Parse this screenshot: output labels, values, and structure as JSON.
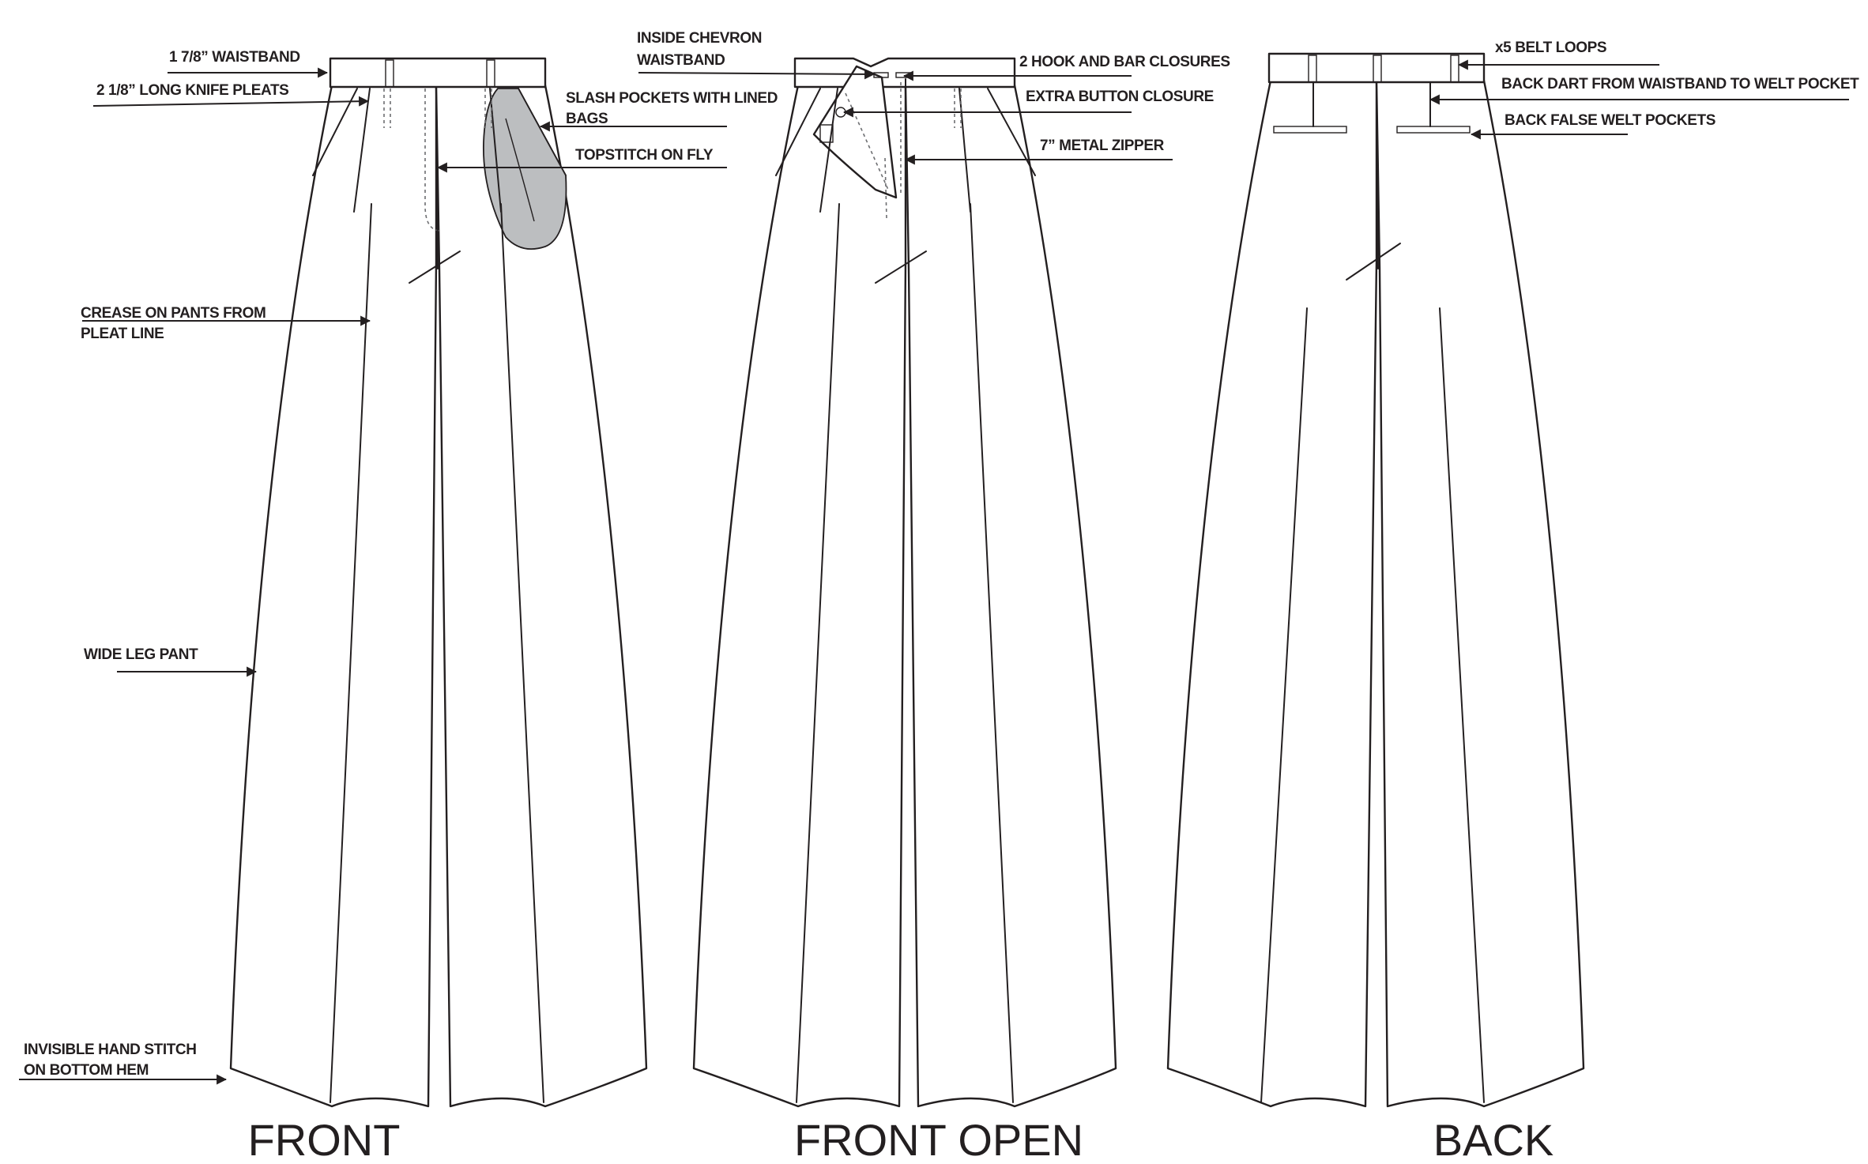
{
  "views": {
    "front": {
      "title": "FRONT",
      "callouts": {
        "waistband": "1 7/8” WAISTBAND",
        "pleats": "2 1/8” LONG KNIFE PLEATS",
        "crease": [
          "CREASE ON PANTS FROM",
          "PLEAT LINE"
        ],
        "wide_leg": "WIDE LEG PANT",
        "hem": [
          "INVISIBLE HAND STITCH",
          "ON BOTTOM HEM"
        ],
        "slash_pockets": [
          "SLASH POCKETS WITH LINED",
          "BAGS"
        ],
        "topstitch": "TOPSTITCH ON FLY"
      }
    },
    "front_open": {
      "title": "FRONT OPEN",
      "callouts": {
        "chevron": [
          "INSIDE CHEVRON",
          "WAISTBAND"
        ],
        "hook_bar": "2 HOOK AND BAR CLOSURES",
        "extra_button": "EXTRA BUTTON CLOSURE",
        "zipper": "7” METAL ZIPPER"
      }
    },
    "back": {
      "title": "BACK",
      "callouts": {
        "belt_loops": "x5 BELT LOOPS",
        "back_dart": "BACK DART FROM WAISTBAND TO WELT POCKET",
        "welt_pockets": "BACK FALSE WELT POCKETS"
      }
    }
  },
  "colors": {
    "ink": "#231f20",
    "pocket_bag_fill": "#bcbec0",
    "paper": "#ffffff"
  }
}
